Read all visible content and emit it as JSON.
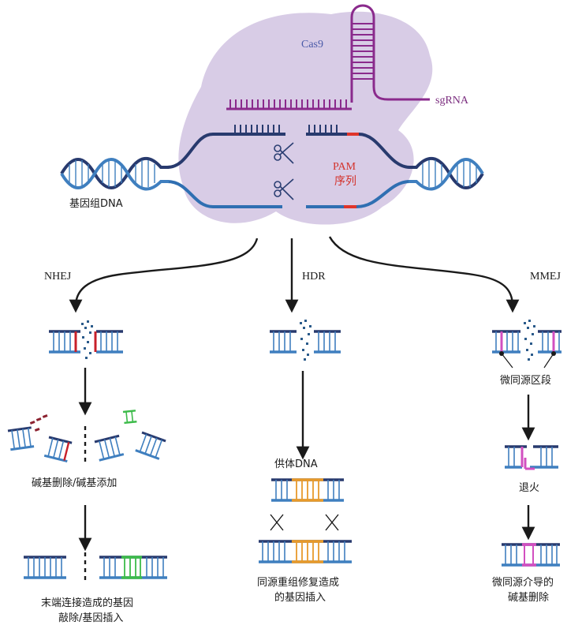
{
  "labels": {
    "cas9": "Cas9",
    "sgrna": "sgRNA",
    "pam_line1": "PAM",
    "pam_line2": "序列",
    "genomic_dna": "基因组DNA",
    "nhej": "NHEJ",
    "hdr": "HDR",
    "mmej": "MMEJ",
    "indel": "碱基删除/碱基添加",
    "nhej_result_line1": "末端连接造成的基因",
    "nhej_result_line2": "敲除/基因插入",
    "donor_dna": "供体DNA",
    "hdr_result_line1": "同源重组修复造成",
    "hdr_result_line2": "的基因插入",
    "microhomology": "微同源区段",
    "annealing": "退火",
    "mmej_result_line1": "微同源介导的",
    "mmej_result_line2": "碱基删除"
  },
  "colors": {
    "cas9_blob": "#d8cce6",
    "sgrna": "#8a2a8c",
    "dna_dark": "#283a6e",
    "dna_blue": "#3f7fbf",
    "pam": "#e0352b",
    "nhej_red": "#c8202a",
    "indel_red": "#8c2230",
    "insert_green": "#3dbb4a",
    "donor_orange": "#e89a2a",
    "micro_pink": "#d24fc0",
    "arrow": "#1a1a1a"
  }
}
